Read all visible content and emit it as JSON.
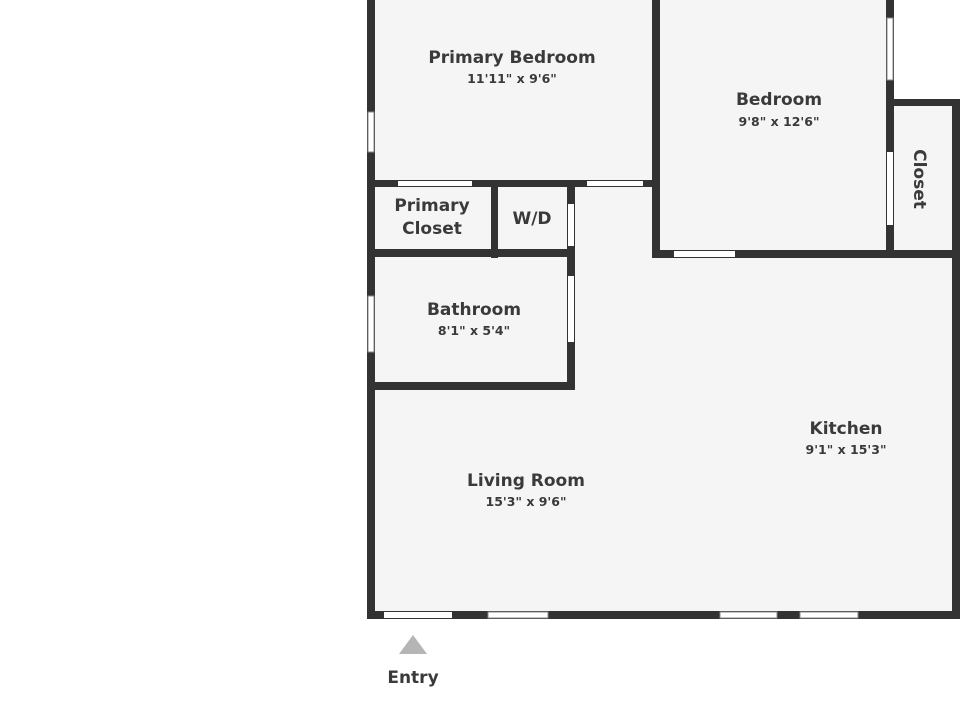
{
  "rooms": {
    "primary_bedroom": {
      "name": "Primary Bedroom",
      "dims": "11'11\" x 9'6\""
    },
    "bedroom": {
      "name": "Bedroom",
      "dims": "9'8\" x 12'6\""
    },
    "closet": {
      "name": "Closet"
    },
    "primary_closet": {
      "name_line1": "Primary",
      "name_line2": "Closet"
    },
    "wd": {
      "name": "W/D"
    },
    "bathroom": {
      "name": "Bathroom",
      "dims": "8'1\" x 5'4\""
    },
    "kitchen": {
      "name": "Kitchen",
      "dims": "9'1\" x 15'3\""
    },
    "living_room": {
      "name": "Living Room",
      "dims": "15'3\" x 9'6\""
    }
  },
  "entry": {
    "label": "Entry"
  },
  "colors": {
    "wall": "#333333",
    "floor": "#f5f5f5",
    "text": "#3a3a3a",
    "entry_marker": "#b5b5b5"
  }
}
